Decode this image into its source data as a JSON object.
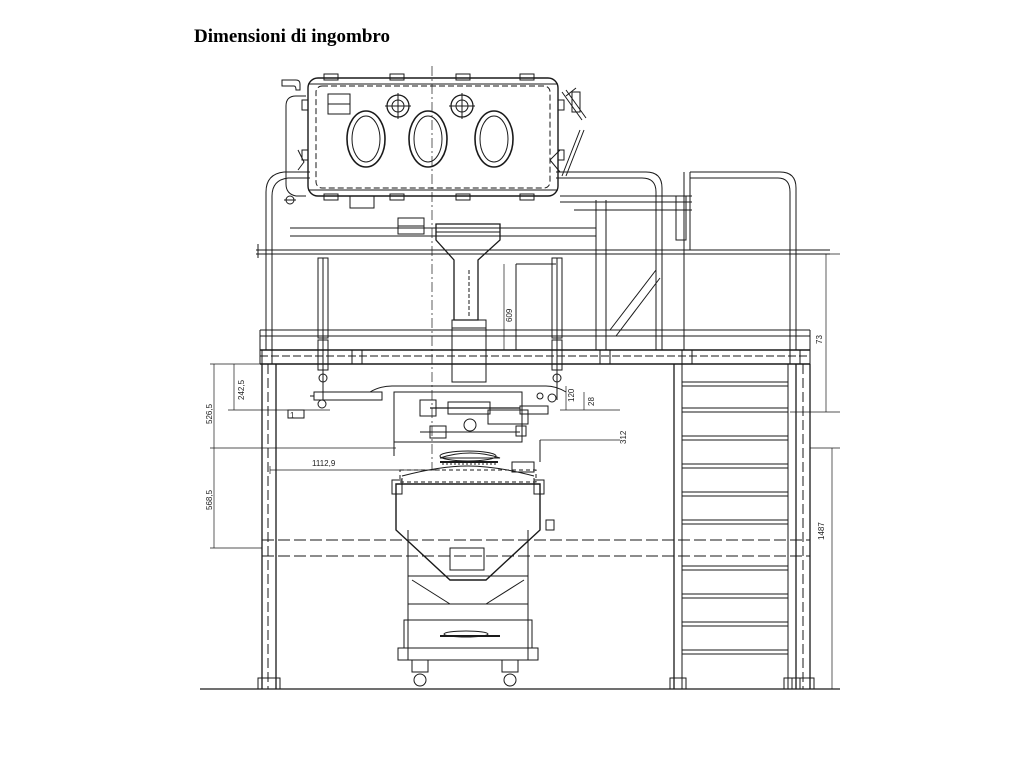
{
  "page": {
    "title": "Dimensioni di ingombro"
  },
  "drawing": {
    "dimensions": {
      "d_2425": "242,5",
      "d_5265": "526,5",
      "d_5685": "568,5",
      "d_1112": "1112,9",
      "d_120": "120",
      "d_28": "28",
      "d_1487": "1487",
      "d_1c": "1",
      "d_73": "73",
      "d_609": "609",
      "d_312": "312"
    }
  }
}
